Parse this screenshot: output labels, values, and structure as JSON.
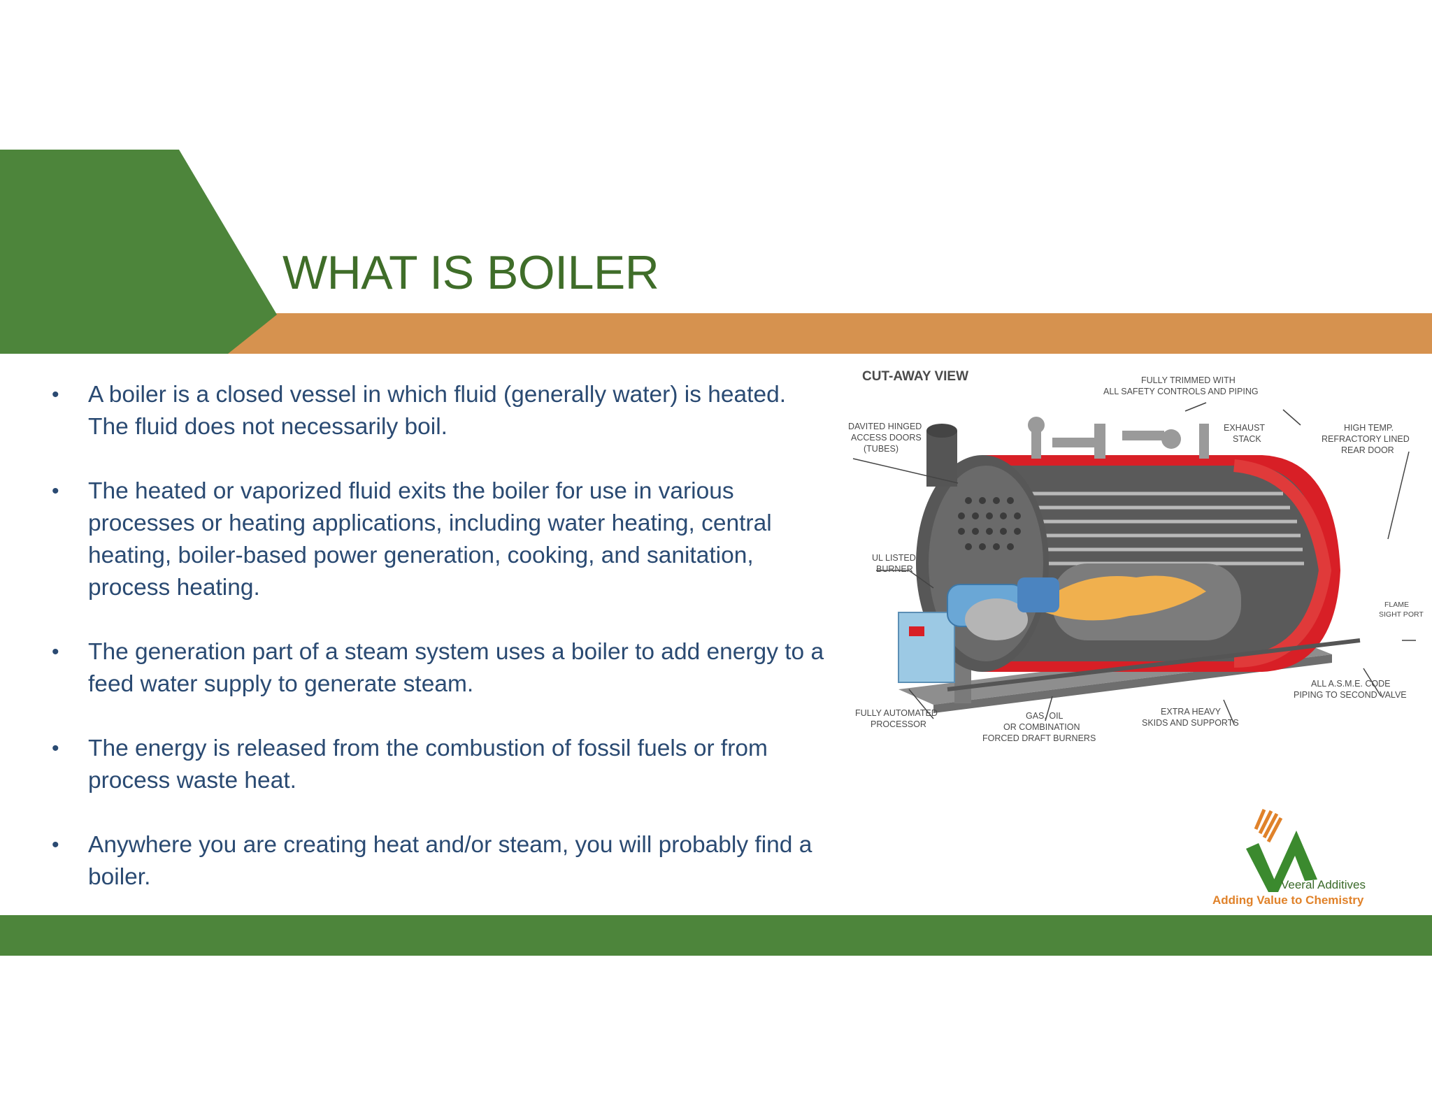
{
  "slide": {
    "title": "WHAT IS BOILER",
    "bullets": [
      {
        "text": "A boiler is a closed vessel in which fluid (generally water) is heated. The fluid does not necessarily boil."
      },
      {
        "text": " The heated or vaporized fluid exits the boiler for use in various processes or heating applications, including water heating, central heating, boiler-based power generation, cooking, and sanitation, process heating."
      },
      {
        "text": "The generation part of a steam system uses a boiler to add energy to a feed water supply to generate steam."
      },
      {
        "text": "The energy is released from the combustion of fossil fuels or from process waste heat."
      },
      {
        "text": "Anywhere you are creating heat and/or steam, you will probably find a boiler."
      }
    ],
    "bullet_symbol": "•"
  },
  "diagram": {
    "heading": "CUT-AWAY VIEW",
    "labels": {
      "trimmed": [
        "FULLY TRIMMED WITH",
        "ALL SAFETY CONTROLS AND PIPING"
      ],
      "davited": [
        "DAVITED HINGED",
        "ACCESS DOORS",
        "(TUBES)"
      ],
      "exhaust": [
        "EXHAUST",
        "STACK"
      ],
      "refractory": [
        "HIGH TEMP.",
        "REFRACTORY LINED",
        "REAR DOOR"
      ],
      "burner": [
        "UL LISTED",
        "BURNER"
      ],
      "flame": [
        "FLAME",
        "SIGHT PORT"
      ],
      "asme": [
        "ALL A.S.M.E. CODE",
        "PIPING TO SECOND VALVE"
      ],
      "processor": [
        "FULLY AUTOMATED",
        "PROCESSOR"
      ],
      "gas": [
        "GAS, OIL",
        "OR COMBINATION",
        "FORCED DRAFT BURNERS"
      ],
      "skids": [
        "EXTRA HEAVY",
        "SKIDS AND SUPPORTS"
      ]
    }
  },
  "logo": {
    "name": "Veeral Additives",
    "tagline": "Adding Value to Chemistry"
  },
  "colors": {
    "green": "#4d853b",
    "orange": "#d6924f",
    "title": "#3f6d29",
    "text": "#2a4a72"
  }
}
